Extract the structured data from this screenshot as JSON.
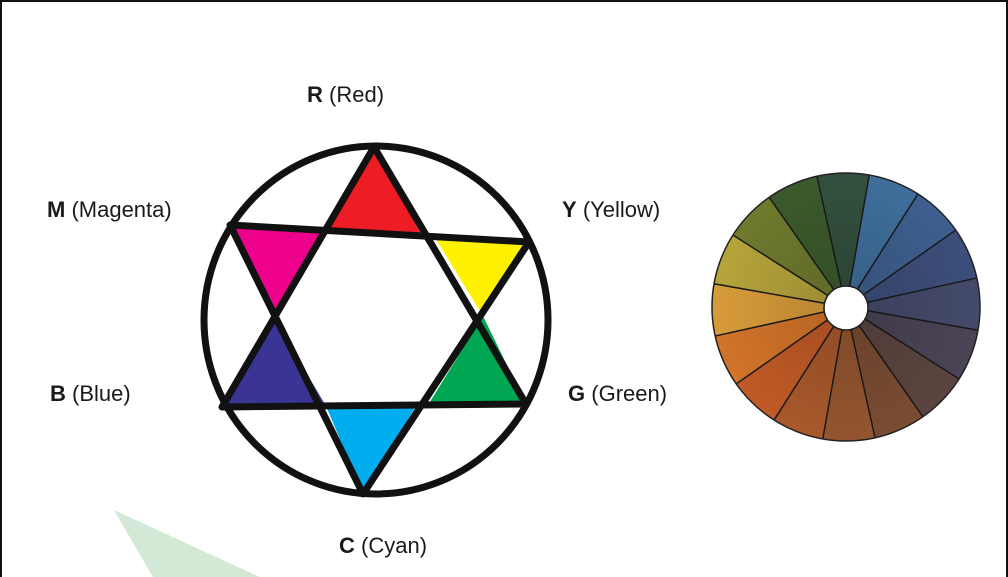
{
  "labels": {
    "red": {
      "key": "R",
      "name": "(Red)",
      "color": "#ee1c25"
    },
    "yellow": {
      "key": "Y",
      "name": "(Yellow)",
      "color": "#fff200"
    },
    "green": {
      "key": "G",
      "name": "(Green)",
      "color": "#00a651"
    },
    "cyan": {
      "key": "C",
      "name": "(Cyan)",
      "color": "#00aeef"
    },
    "blue": {
      "key": "B",
      "name": "(Blue)",
      "color": "#3a3594"
    },
    "magenta": {
      "key": "M",
      "name": "(Magenta)",
      "color": "#ec008c"
    }
  },
  "colors": {
    "outline": "#111111",
    "watermark": "#d3e8d5"
  },
  "wheel": {
    "segment_count": 16,
    "segment_colors": [
      "#3f6f9c",
      "#3e5f8f",
      "#3c4f7a",
      "#444a6a",
      "#4a4456",
      "#5b4440",
      "#7a4c32",
      "#93552f",
      "#a8582c",
      "#c05a26",
      "#d2742a",
      "#d79b3a",
      "#b6a43b",
      "#6f7a2e",
      "#3b5a2c",
      "#33503e"
    ]
  }
}
